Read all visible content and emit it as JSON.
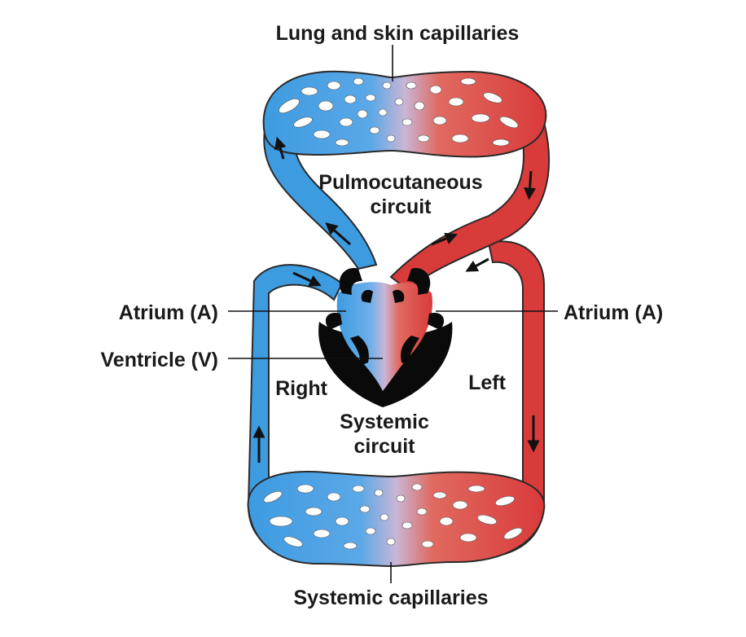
{
  "labels": {
    "lung_capillaries": "Lung and skin capillaries",
    "pulmo_line1": "Pulmocutaneous",
    "pulmo_line2": "circuit",
    "atrium_left_side": "Atrium (A)",
    "atrium_right_side": "Atrium (A)",
    "ventricle": "Ventricle (V)",
    "right": "Right",
    "left": "Left",
    "systemic_line1": "Systemic",
    "systemic_line2": "circuit",
    "systemic_capillaries": "Systemic capillaries"
  },
  "colors": {
    "deoxygenated": "#3d9be0",
    "oxygenated": "#d93a3a",
    "mixed": "#c8b8d8",
    "heart": "#0a0a0a",
    "outline": "#2a2a2a"
  }
}
